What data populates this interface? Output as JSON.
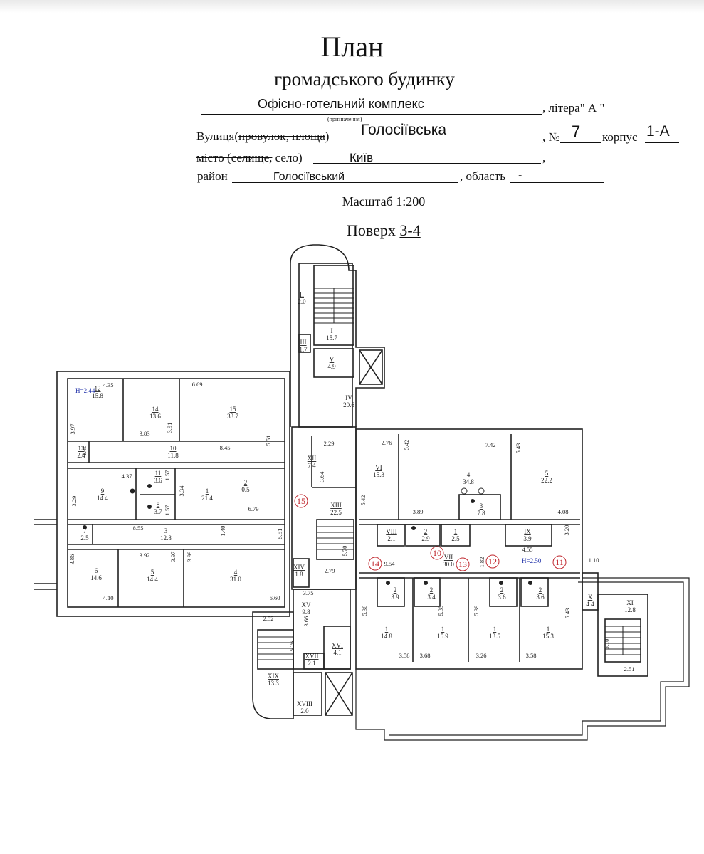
{
  "header": {
    "title": "План",
    "subtitle": "громадського будинку",
    "purpose_value": "Офісно-готельний комплекс",
    "purpose_caption": "(призначення)",
    "litera": ", літера\" А \"",
    "street_label": "Вулиця(",
    "street_strike": "провулок, площа",
    "street_close": ")",
    "street_value": "Голосіївська",
    "number_label": ", №",
    "number_value": "7",
    "building_label": "корпус",
    "building_value": "1-А",
    "city_strike": "місто (селище,",
    "city_label": " село)",
    "city_value": "Київ",
    "comma": ",",
    "district_label": "район",
    "district_value": "Голосіївський",
    "region_label": ", область",
    "region_value": "-",
    "scale": "Масштаб 1:200",
    "floor_label": "Поверх ",
    "floor_value": "3-4"
  },
  "plan": {
    "rooms": [
      {
        "num": "II",
        "area": "2.0"
      },
      {
        "num": "I",
        "area": "15.7"
      },
      {
        "num": "III",
        "area": "1.7"
      },
      {
        "num": "V",
        "area": "4.9"
      },
      {
        "num": "IV",
        "area": "20.6"
      },
      {
        "num": "12",
        "area": "15.8"
      },
      {
        "num": "14",
        "area": "13.6"
      },
      {
        "num": "15",
        "area": "33.7"
      },
      {
        "num": "13",
        "area": "2.4"
      },
      {
        "num": "10",
        "area": "11.8"
      },
      {
        "num": "9",
        "area": "14.4"
      },
      {
        "num": "11",
        "area": "3.6"
      },
      {
        "num": "8",
        "area": "3.7"
      },
      {
        "num": "1",
        "area": "21.4"
      },
      {
        "num": "2",
        "area": "0.5"
      },
      {
        "num": "7",
        "area": "2.5"
      },
      {
        "num": "3",
        "area": "12.8"
      },
      {
        "num": "6",
        "area": "14.6"
      },
      {
        "num": "5",
        "area": "14.4"
      },
      {
        "num": "4",
        "area": "31.0"
      },
      {
        "num": "XII",
        "area": "7.4"
      },
      {
        "num": "XIII",
        "area": "22.5"
      },
      {
        "num": "XIV",
        "area": "1.8"
      },
      {
        "num": "XV",
        "area": "9.8"
      },
      {
        "num": "XVI",
        "area": "4.1"
      },
      {
        "num": "XVII",
        "area": "2.1"
      },
      {
        "num": "XIX",
        "area": "13.3"
      },
      {
        "num": "XVIII",
        "area": "2.0"
      },
      {
        "num": "VI",
        "area": "15.3"
      },
      {
        "num": "4",
        "area": "34.8"
      },
      {
        "num": "5",
        "area": "22.2"
      },
      {
        "num": "3",
        "area": "7.8"
      },
      {
        "num": "VIII",
        "area": "2.1"
      },
      {
        "num": "2",
        "area": "2.9"
      },
      {
        "num": "1",
        "area": "2.5"
      },
      {
        "num": "IX",
        "area": "3.9"
      },
      {
        "num": "VII",
        "area": "30.0"
      },
      {
        "num": "2",
        "area": "3.9"
      },
      {
        "num": "2",
        "area": "3.4"
      },
      {
        "num": "2",
        "area": "3.6"
      },
      {
        "num": "2",
        "area": "3.6"
      },
      {
        "num": "1",
        "area": "14.8"
      },
      {
        "num": "1",
        "area": "15.9"
      },
      {
        "num": "1",
        "area": "13.5"
      },
      {
        "num": "1",
        "area": "15.3"
      },
      {
        "num": "X",
        "area": "4.4"
      },
      {
        "num": "XI",
        "area": "12.8"
      }
    ],
    "dimensions": [
      "4.35",
      "6.69",
      "3.97",
      "3.83",
      "3.91",
      "5.51",
      "8.45",
      "1.40",
      "4.37",
      "1.57",
      "3.29",
      "3.34",
      "6.79",
      "1.57",
      "8.55",
      "1.40",
      "5.51",
      "3.86",
      "3.92",
      "3.97",
      "3.99",
      "4.10",
      "6.60",
      "2.29",
      "3.64",
      "2.76",
      "5.42",
      "7.42",
      "5.43",
      "5.42",
      "3.89",
      "4.08",
      "3.20",
      "4.55",
      "1.10",
      "2.79",
      "5.70",
      "9.54",
      "1.82",
      "3.75",
      "3.66",
      "2.52",
      "5.26",
      "5.38",
      "5.39",
      "5.39",
      "5.43",
      "3.58",
      "3.68",
      "3.26",
      "3.58",
      "5.10",
      "2.51"
    ],
    "heights": [
      "H=2.44",
      "H=2.50"
    ],
    "markers": [
      "15",
      "10",
      "13",
      "14",
      "12",
      "11"
    ],
    "colors": {
      "ink": "#222222",
      "marker": "#c0262d",
      "height": "#2233aa"
    }
  }
}
